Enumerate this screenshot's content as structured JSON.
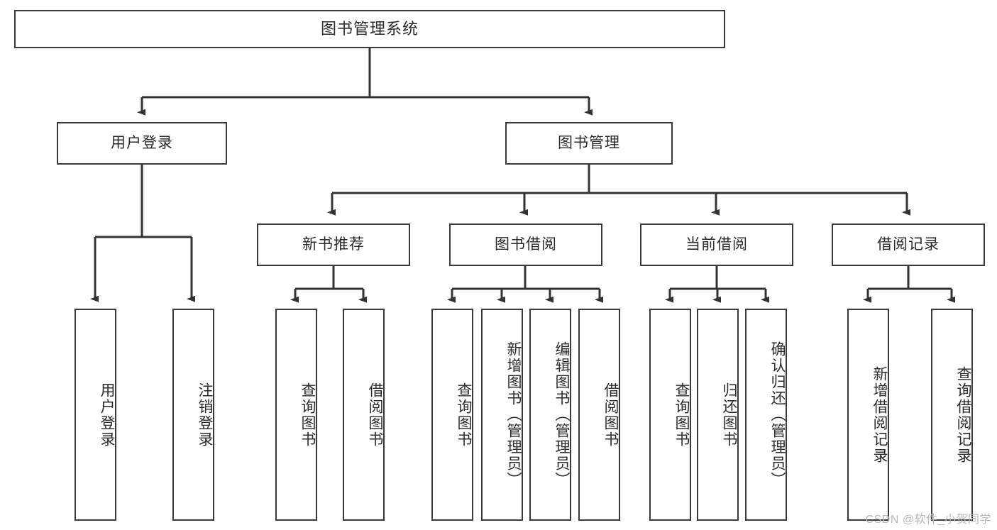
{
  "diagram": {
    "title": "图书管理系统",
    "type": "tree-hierarchy-chart",
    "colors": {
      "border": "#3a3a3a",
      "text": "#2b2b2b",
      "background": "#ffffff",
      "watermark": "#b9b9b9"
    },
    "root": {
      "label": "图书管理系统"
    },
    "level2": [
      {
        "label": "用户登录"
      },
      {
        "label": "图书管理"
      }
    ],
    "level3": [
      {
        "label": "新书推荐"
      },
      {
        "label": "图书借阅"
      },
      {
        "label": "当前借阅"
      },
      {
        "label": "借阅记录"
      }
    ],
    "leaves": {
      "user_login": [
        {
          "label": "用户登录"
        },
        {
          "label": "注销登录"
        }
      ],
      "new_book": [
        {
          "label": "查询图书"
        },
        {
          "label": "借阅图书"
        }
      ],
      "book_borrow": [
        {
          "label": "查询图书"
        },
        {
          "label": "新增图书（管理员）"
        },
        {
          "label": "编辑图书（管理员）"
        },
        {
          "label": "借阅图书"
        }
      ],
      "current_borrow": [
        {
          "label": "查询图书"
        },
        {
          "label": "归还图书"
        },
        {
          "label": "确认归还（管理员）"
        }
      ],
      "borrow_record": [
        {
          "label": "新增借阅记录"
        },
        {
          "label": "查询借阅记录"
        }
      ]
    },
    "watermark": "CSDN @软件_小贺同学"
  }
}
